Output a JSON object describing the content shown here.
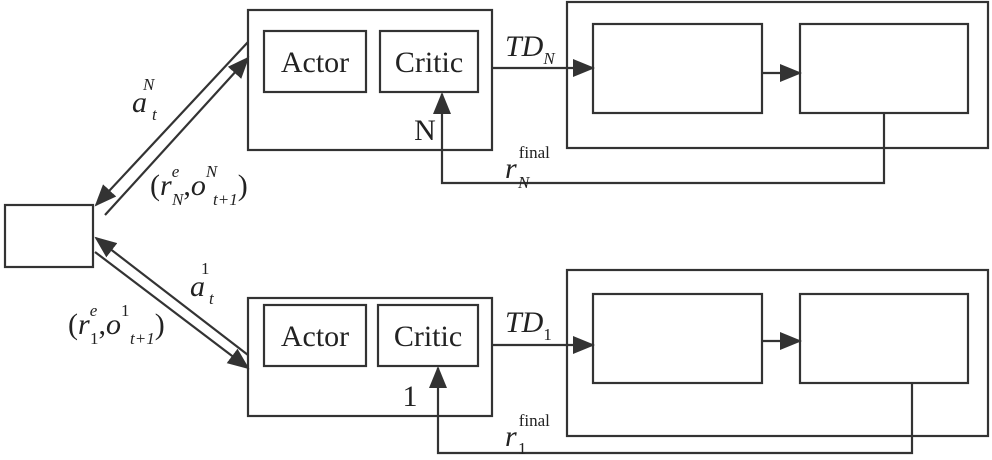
{
  "agents": [
    {
      "id": "N",
      "actor": "Actor",
      "critic": "Critic",
      "index_label": "N",
      "action": {
        "base": "a",
        "sub": "t",
        "sup": "N"
      },
      "feedback": {
        "open": "(",
        "r": "r",
        "r_sup": "e",
        "r_sub": "N",
        "comma": ",",
        "o": "o",
        "o_sup": "N",
        "o_sub": "t+1",
        "close": ")"
      },
      "td": {
        "base": "TD",
        "sub": "N"
      },
      "final": {
        "base": "r",
        "sup": "final",
        "sub": "N"
      }
    },
    {
      "id": "1",
      "actor": "Actor",
      "critic": "Critic",
      "index_label": "1",
      "action": {
        "base": "a",
        "sub": "t",
        "sup": "1"
      },
      "feedback": {
        "open": "(",
        "r": "r",
        "r_sup": "e",
        "r_sub": "1",
        "comma": ",",
        "o": "o",
        "o_sup": "1",
        "o_sub": "t+1",
        "close": ")"
      },
      "td": {
        "base": "TD",
        "sub": "1"
      },
      "final": {
        "base": "r",
        "sup": "final",
        "sub": "1"
      }
    }
  ]
}
